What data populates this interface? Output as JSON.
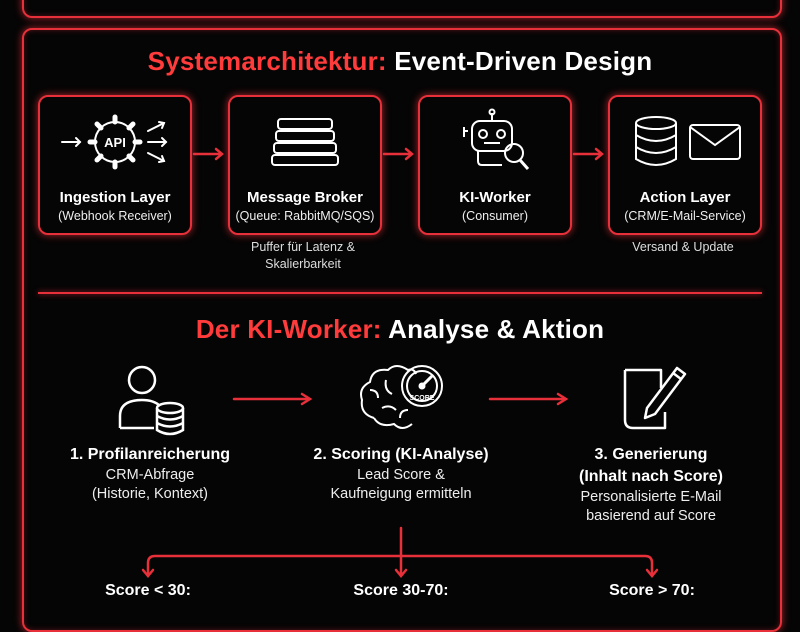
{
  "architecture": {
    "title_accent": "Systemarchitektur:",
    "title_rest": "Event-Driven Design",
    "nodes": [
      {
        "name": "Ingestion Layer",
        "sub": "(Webhook Receiver)",
        "icon": "api-gear-icon",
        "icon_text": "API"
      },
      {
        "name": "Message Broker",
        "sub": "(Queue: RabbitMQ/SQS)",
        "icon": "stack-layers-icon"
      },
      {
        "name": "KI-Worker",
        "sub": "(Consumer)",
        "icon": "robot-magnifier-icon"
      },
      {
        "name": "Action Layer",
        "sub": "(CRM/E-Mail-Service)",
        "icon": "database-mail-icon"
      }
    ],
    "notes": {
      "broker": "Puffer für Latenz &\nSkalierbarkeit",
      "action": "Versand & Update"
    }
  },
  "worker": {
    "title_accent": "Der KI-Worker:",
    "title_rest": "Analyse & Aktion",
    "steps": [
      {
        "name": "1. Profilanreicherung",
        "desc": "CRM-Abfrage\n(Historie, Kontext)",
        "icon": "user-database-icon"
      },
      {
        "name": "2. Scoring (KI-Analyse)",
        "desc": "Lead Score &\nKaufneigung ermitteln",
        "icon": "brain-gauge-icon",
        "icon_text": "SCORE"
      },
      {
        "name": "3. Generierung\n(Inhalt nach Score)",
        "desc": "Personalisierte E-Mail\nbasierend auf Score",
        "icon": "document-pen-icon"
      }
    ],
    "branches": [
      "Score < 30:",
      "Score 30-70:",
      "Score > 70:"
    ]
  },
  "colors": {
    "accent": "#e8303a",
    "accent_text": "#ff3b3b",
    "background": "#050505"
  }
}
